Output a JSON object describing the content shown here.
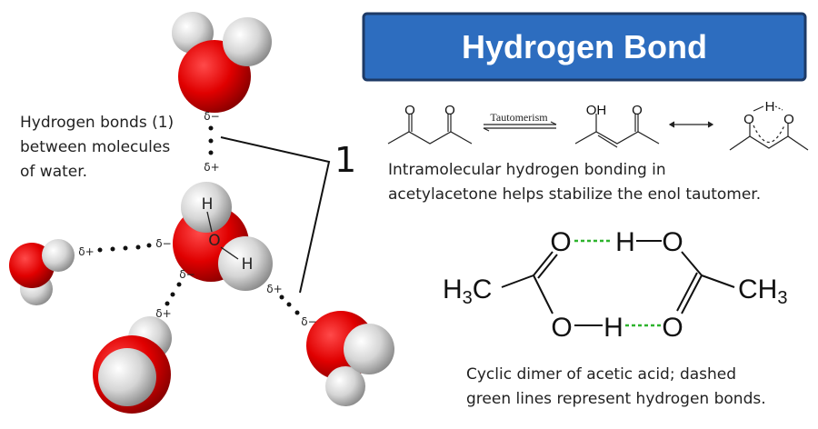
{
  "title": "Hydrogen Bond",
  "colors": {
    "title_bg": "#2d6dbf",
    "title_border": "#1d3a66",
    "oxygen": "#e00000",
    "hydrogen": "#d8d8d8",
    "hbond_dash": "#2db32d"
  },
  "water_panel": {
    "caption_lines": [
      "Hydrogen bonds (1)",
      "between molecules",
      "of water."
    ],
    "label_one": "1",
    "atom_h": "H",
    "atom_o": "O",
    "delta_minus": "δ−",
    "delta_plus": "δ+"
  },
  "acetylacetone": {
    "atom_o": "O",
    "atom_oh": "OH",
    "atom_h": "H",
    "arrow_label": "Tautomerism",
    "caption_lines": [
      "Intramolecular hydrogen bonding in",
      "acetylacetone helps stabilize the enol tautomer."
    ]
  },
  "acetic_dimer": {
    "o": "O",
    "h": "H",
    "h3c_main": "H",
    "h3c_sub": "3",
    "h3c_tail": "C",
    "ch3_main": "CH",
    "ch3_sub": "3",
    "caption_lines": [
      "Cyclic dimer of acetic acid; dashed",
      "green lines represent hydrogen bonds."
    ]
  }
}
